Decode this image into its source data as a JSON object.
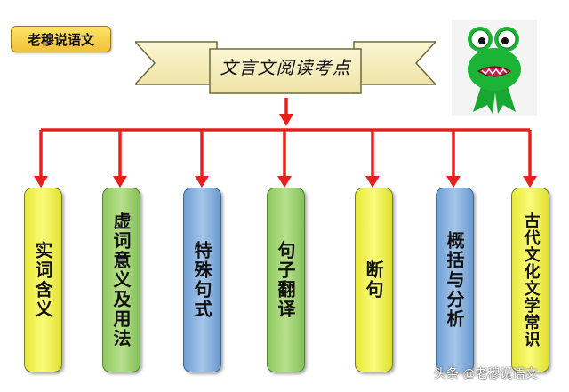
{
  "badge": {
    "label": "老穆说语文"
  },
  "banner": {
    "title": "文言文阅读考点"
  },
  "mascot": {
    "icon": "frog-mascot-icon"
  },
  "nodes": [
    {
      "label": "实词含义",
      "color": "yellow"
    },
    {
      "label": "虚词意义及用法",
      "color": "green"
    },
    {
      "label": "特殊句式",
      "color": "blue"
    },
    {
      "label": "句子翻译",
      "color": "green"
    },
    {
      "label": "断句",
      "color": "yellow"
    },
    {
      "label": "概括与分析",
      "color": "blue"
    },
    {
      "label": "古代文化文学常识",
      "color": "yellow"
    }
  ],
  "colors": {
    "connector": "#e8201c"
  },
  "watermark": {
    "text": "头条 @老穆说语文"
  }
}
